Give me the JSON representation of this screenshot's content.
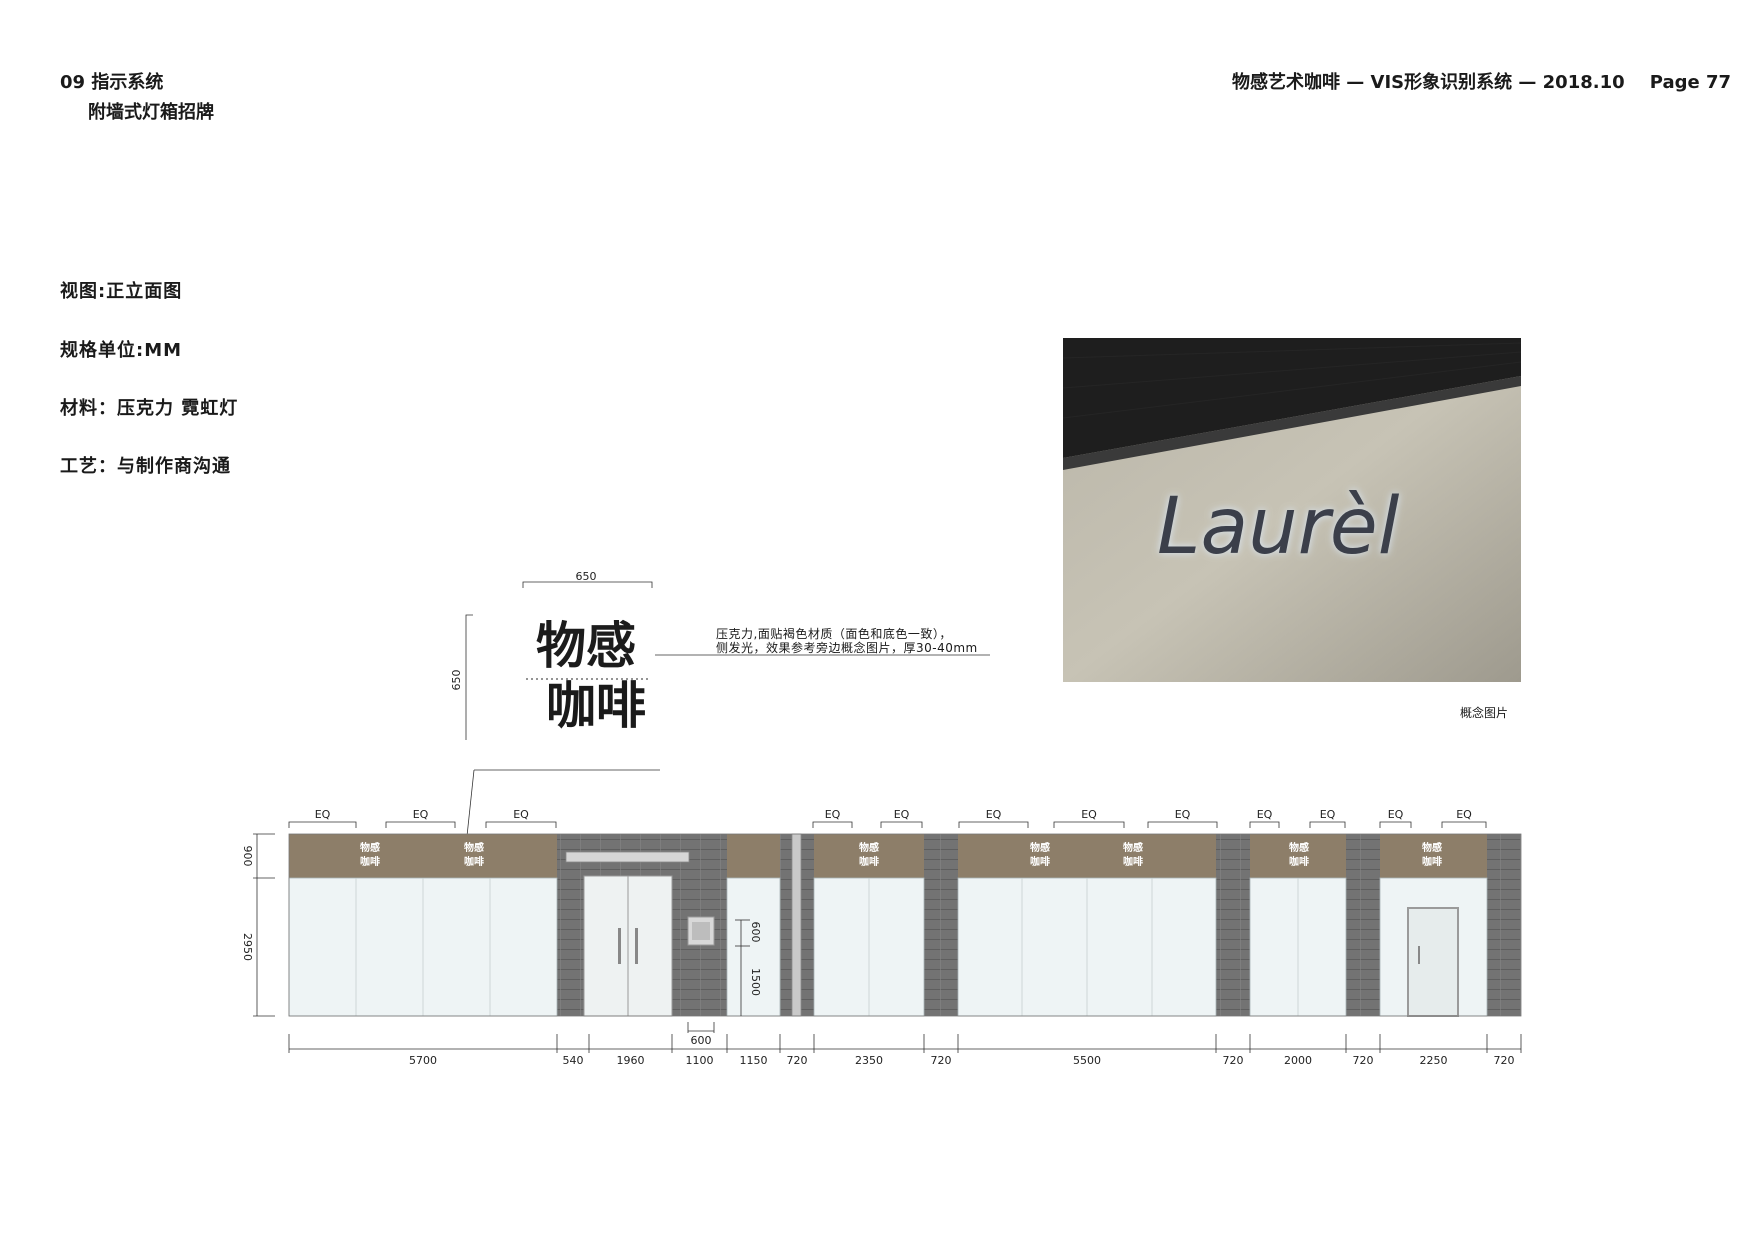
{
  "header": {
    "section": "09 指示系统",
    "subsection": "附墙式灯箱招牌",
    "doc_title": "物感艺术咖啡 — VIS形象识别系统  — 2018.10",
    "page": "Page 77"
  },
  "specs": [
    "视图:正立面图",
    "规格单位:MM",
    "材料：压克力 霓虹灯",
    "工艺：与制作商沟通"
  ],
  "photo": {
    "sign_text": "Laurèl",
    "caption": "概念图片"
  },
  "logo_detail": {
    "line1": "物感",
    "line2": "咖啡",
    "width_label": "650",
    "height_label": "650",
    "note_line1": "压克力,面贴褐色材质（面色和底色一致），",
    "note_line2": "侧发光，效果参考旁边概念图片，厚30-40mm"
  },
  "elevation": {
    "eq_label": "EQ",
    "height_labels": [
      "900",
      "2950"
    ],
    "plaque_labels": [
      "600",
      "1500"
    ],
    "plaque_width": "600",
    "bottom_dims": [
      "5700",
      "540",
      "1960",
      "1100",
      "1150",
      "720",
      "2350",
      "720",
      "5500",
      "720",
      "2000",
      "720",
      "2250",
      "720"
    ],
    "sign_glyph": "物感咖啡"
  },
  "colors": {
    "signband": "#8d7e69",
    "glass": "#eef4f5",
    "brick": "#727272",
    "wall_dark": "#474747"
  }
}
